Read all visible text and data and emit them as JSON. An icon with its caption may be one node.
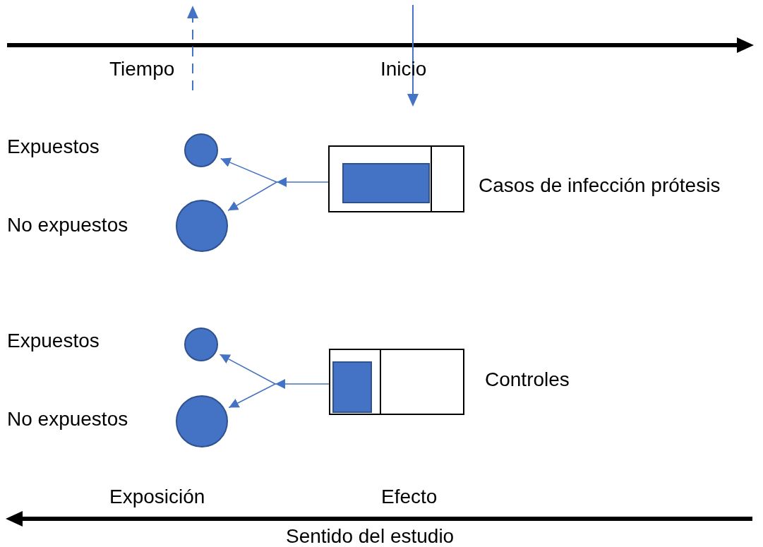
{
  "diagram": {
    "nodes": [
      {
        "text": [],
        "shape": "box",
        "beside": [
          "Casos de infección prótesis"
        ]
      },
      {
        "text": [],
        "shape": "box",
        "in": 0
      },
      {
        "text": [],
        "shape": "circle"
      },
      {
        "text": [],
        "shape": "circle"
      },
      {
        "text": [],
        "shape": "box",
        "beside": [
          "Controles"
        ]
      },
      {
        "text": [],
        "shape": "box",
        "in": 4
      },
      {
        "text": [],
        "shape": "circle"
      },
      {
        "text": [],
        "shape": "circle"
      }
    ],
    "edges": [
      {
        "from": 0,
        "to": 2,
        "arrow": "to"
      },
      {
        "from": 0,
        "to": 3,
        "arrow": "to"
      },
      {
        "from": 4,
        "to": 6,
        "arrow": "to"
      },
      {
        "from": 4,
        "to": 7,
        "arrow": "to"
      }
    ],
    "labels": [
      "Tiempo",
      "Inicio",
      "Expuestos",
      "No expuestos",
      "Expuestos",
      "No expuestos",
      "Exposición",
      "Efecto",
      "Sentido del estudio"
    ]
  }
}
